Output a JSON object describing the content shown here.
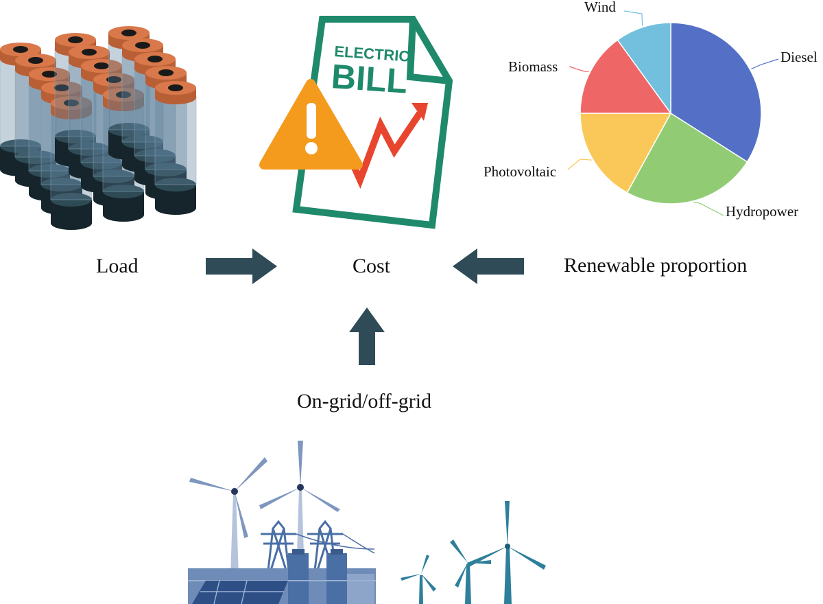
{
  "diagram": {
    "labels": {
      "load": "Load",
      "cost": "Cost",
      "renewable": "Renewable proportion",
      "grid": "On-grid/off-grid"
    },
    "bill": {
      "line1": "ELECTRIC",
      "line2": "BILL",
      "warning": "!"
    },
    "colors": {
      "arrow": "#2f4b57",
      "bill_green": "#1f8a6b",
      "warning_orange": "#f49a1c",
      "trend_red": "#e8452f",
      "battery_cap": "#c96a3f",
      "grid_blue": "#5d7fb0",
      "turbine_teal": "#2e7f9a"
    }
  },
  "chart_data": {
    "type": "pie",
    "slices": [
      {
        "label": "Diesel",
        "value": 34,
        "color": "#5470c6"
      },
      {
        "label": "Hydropower",
        "value": 24,
        "color": "#91cc75"
      },
      {
        "label": "Photovoltaic",
        "value": 17,
        "color": "#fac858"
      },
      {
        "label": "Biomass",
        "value": 15,
        "color": "#ee6666"
      },
      {
        "label": "Wind",
        "value": 10,
        "color": "#73c0de"
      }
    ]
  }
}
